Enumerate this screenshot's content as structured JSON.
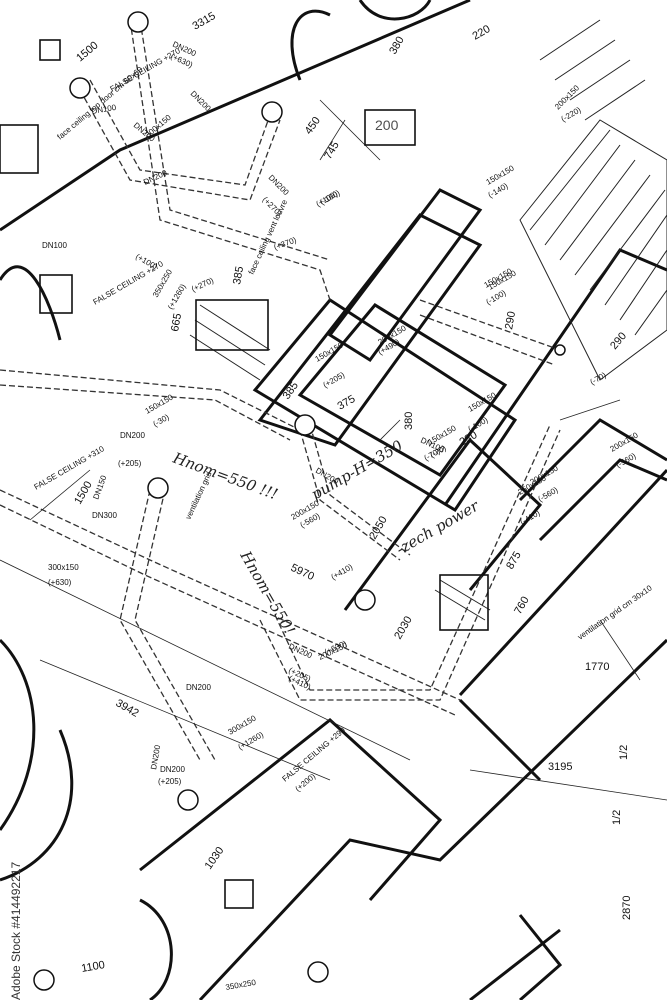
{
  "drawing": {
    "dimensions": [
      "3315",
      "1500",
      "380",
      "220",
      "450",
      "745",
      "1500",
      "3942",
      "5970",
      "2050",
      "2030",
      "760",
      "1770",
      "3195",
      "1/2",
      "1/2",
      "2870",
      "1030",
      "1100",
      "875",
      "385",
      "375",
      "380",
      "230",
      "665",
      "385",
      "290",
      "290"
    ],
    "ducts": [
      "DN200",
      "DN200",
      "DN200",
      "DN200",
      "DN100",
      "DN100",
      "DN200",
      "DN200",
      "DN100",
      "DN200",
      "DN150",
      "DN300",
      "DN200",
      "DN200",
      "DN200",
      "DN200"
    ],
    "elevations": [
      "(+630)",
      "(+270)",
      "(+100)",
      "(+205)",
      "(+205)",
      "(+205)",
      "(+410)",
      "(+630)",
      "(+270)",
      "(+100)",
      "(+370)",
      "(+1260)",
      "(+1260)",
      "(+490)",
      "(+200)",
      "(+630)",
      "(+410)",
      "(+205)",
      "(-100)",
      "(-140)",
      "(-220)",
      "(-70)",
      "(-560)",
      "(-560)",
      "(-560)",
      "(-100)",
      "(-70)",
      "(-70)",
      "(-30)",
      "(-410)",
      "(-100)"
    ],
    "sizes": [
      "300x150",
      "150x150",
      "150x150",
      "200x150",
      "350x250",
      "150x150",
      "200x150",
      "150x150",
      "300x150",
      "200x150",
      "200x150",
      "300x150",
      "350x250",
      "150x150",
      "150x150",
      "200x150",
      "200x150",
      "250x150",
      "150x150"
    ],
    "labels": [
      "FALSE CEILING +270",
      "FALSE CEILING +270",
      "FALSE CEILING +310",
      "FALSE CEILING +290",
      "face ceiling vent louvre",
      "ventilation grid",
      "ventilation grid cm 30x10",
      "face ceiling top door cm 60x60"
    ],
    "handwriting": [
      "Hnom=550 !!!",
      "Hnom=550!",
      "pump-H=350",
      "-zech power"
    ],
    "watermark": {
      "text": "Adobe Stock",
      "id": "#414492217"
    },
    "logo": {
      "text": "200"
    }
  }
}
